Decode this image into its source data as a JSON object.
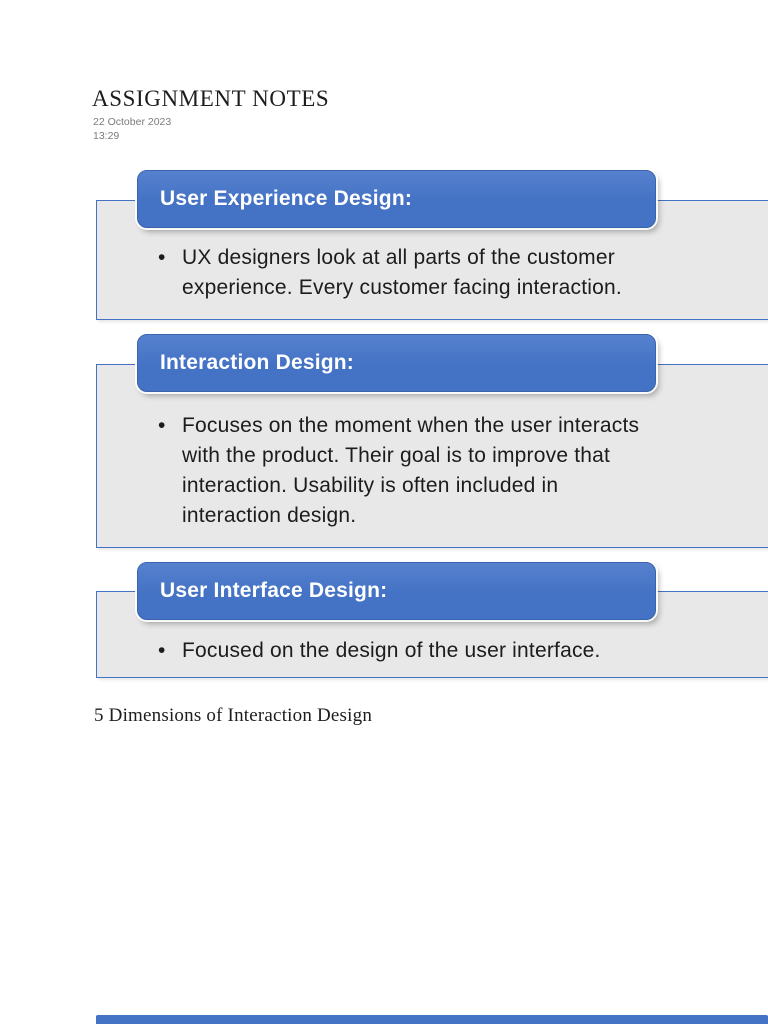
{
  "page": {
    "title": "ASSIGNMENT NOTES",
    "date": "22 October 2023",
    "time": "13:29",
    "footer_heading": "5 Dimensions of Interaction Design"
  },
  "bullet_char": "•",
  "colors": {
    "accent_blue": "#4472C4",
    "box_gray": "#E8E8E8",
    "border_blue": "#4472C4",
    "text_dark": "#1C1C1C",
    "text_gray": "#7C7C7C"
  },
  "sections": [
    {
      "title": "User Experience Design:",
      "body": "UX designers look at all parts of the customer\nexperience. Every customer facing interaction."
    },
    {
      "title": "Interaction Design:",
      "body": "Focuses on the moment when the user interacts\nwith the product. Their goal is to improve that\ninteraction. Usability is often included in\ninteraction design."
    },
    {
      "title": "User Interface Design:",
      "body": "Focused on the design of the user interface."
    }
  ]
}
